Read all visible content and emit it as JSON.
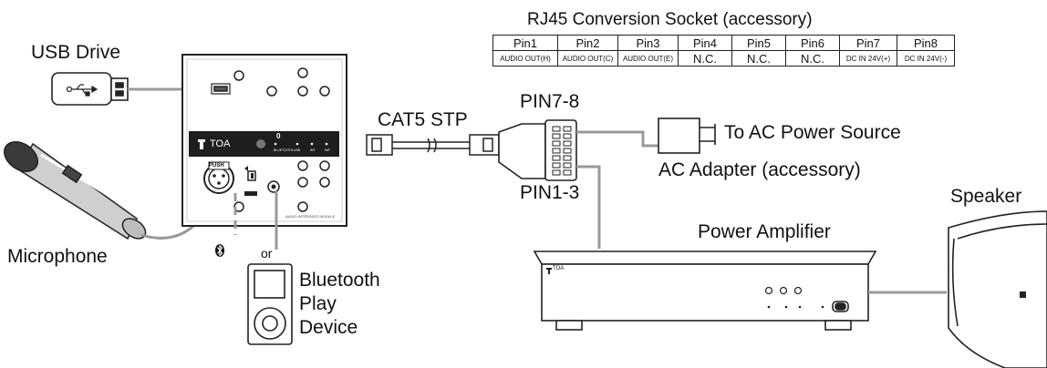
{
  "labels": {
    "usb_drive": "USB Drive",
    "microphone": "Microphone",
    "bluetooth_line1": "Bluetooth",
    "bluetooth_line2": "Play",
    "bluetooth_line3": "Device",
    "or": "or",
    "cat5": "CAT5 STP",
    "pin78": "PIN7-8",
    "pin13": "PIN1-3",
    "ac_power": "To AC Power Source",
    "ac_adapter": "AC Adapter (accessory)",
    "power_amp": "Power Amplifier",
    "speaker": "Speaker",
    "push": "PUSH",
    "brand": "TOA",
    "panel_caption": "AUDIO INTERFACE MODULE"
  },
  "table": {
    "title": "RJ45 Conversion Socket (accessory)",
    "headers": [
      "Pin1",
      "Pin2",
      "Pin3",
      "Pin4",
      "Pin5",
      "Pin6",
      "Pin7",
      "Pin8"
    ],
    "values": [
      "AUDIO OUT(H)",
      "AUDIO OUT(C)",
      "AUDIO OUT(E)",
      "N.C.",
      "N.C.",
      "N.C.",
      "DC IN 24V(+)",
      "DC IN 24V(-)"
    ]
  }
}
